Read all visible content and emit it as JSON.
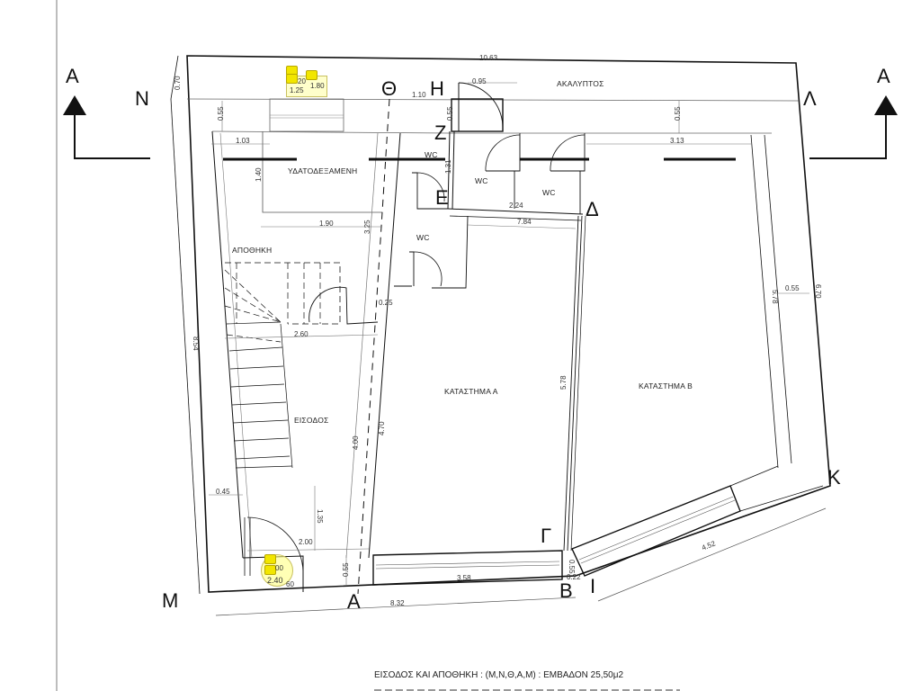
{
  "section_markers": {
    "left": {
      "letter": "A",
      "direction": "up"
    },
    "right": {
      "letter": "A",
      "direction": "up"
    }
  },
  "vertices": {
    "N": "Ν",
    "Theta": "Θ",
    "H": "Η",
    "Z": "Ζ",
    "E": "Ε",
    "Delta": "Δ",
    "Lambda": "Λ",
    "K": "Κ",
    "Gamma": "Γ",
    "B": "Β",
    "I": "Ι",
    "A": "Α",
    "M": "Μ"
  },
  "rooms": {
    "akalyptos": "ΑΚΑΛΥΠΤΟΣ",
    "water_tank": "ΥΔΑΤΟΔΕΞΑΜΕΝΗ",
    "storage": "ΑΠΟΘΗΚΗ",
    "entrance": "ΕΙΣΟΔΟΣ",
    "shop_a": "ΚΑΤΑΣΤΗΜΑ Α",
    "shop_b": "ΚΑΤΑΣΤΗΜΑ Β",
    "wc_1": "WC",
    "wc_2": "WC",
    "wc_3": "WC",
    "wc_4": "WC"
  },
  "dimensions": {
    "top_total": "10.63",
    "top_left_offset": "0.70",
    "theta_h": "1.10",
    "door_h": "0.95",
    "hz": "0.55",
    "left_055": "0.55",
    "right_055": "0.55",
    "tank_width": "1.03",
    "tank_depth": "1.40",
    "tank_len": "1.90",
    "col_325": "3.25",
    "wc_131": "1.31",
    "wc_224": "2.24",
    "shop_a_top": "7.84",
    "right_313": "3.13",
    "right_055b": "0.55",
    "right_578": "5.78",
    "right_670": "6.70",
    "stair_025": "0.25",
    "stair_260": "2.60",
    "left_854": "8.54",
    "entrance_400": "4.00",
    "entrance_470": "4.70",
    "shop_a_578": "5.78",
    "left_045": "0.45",
    "door_135": "1.35",
    "door_200": "2.00",
    "bottom_055": "0.55",
    "front_358": "3.58",
    "bottom_832": "8.32",
    "bi_055": "0.55",
    "bi_022": "0.22",
    "ik_452": "4.52"
  },
  "annotations": {
    "top_note": {
      "line1": "20",
      "line2": "1.25",
      "side": "1.80"
    },
    "bottom_note": {
      "line1": "00",
      "line2": "2.40",
      "side": "60"
    }
  },
  "footer": {
    "line1": "ΕΙΣΟΔΟΣ ΚΑΙ ΑΠΟΘΗΚΗ : (Μ,Ν,Θ,Α,Μ)    : ΕΜΒΑΔΟΝ 25,50μ2"
  }
}
